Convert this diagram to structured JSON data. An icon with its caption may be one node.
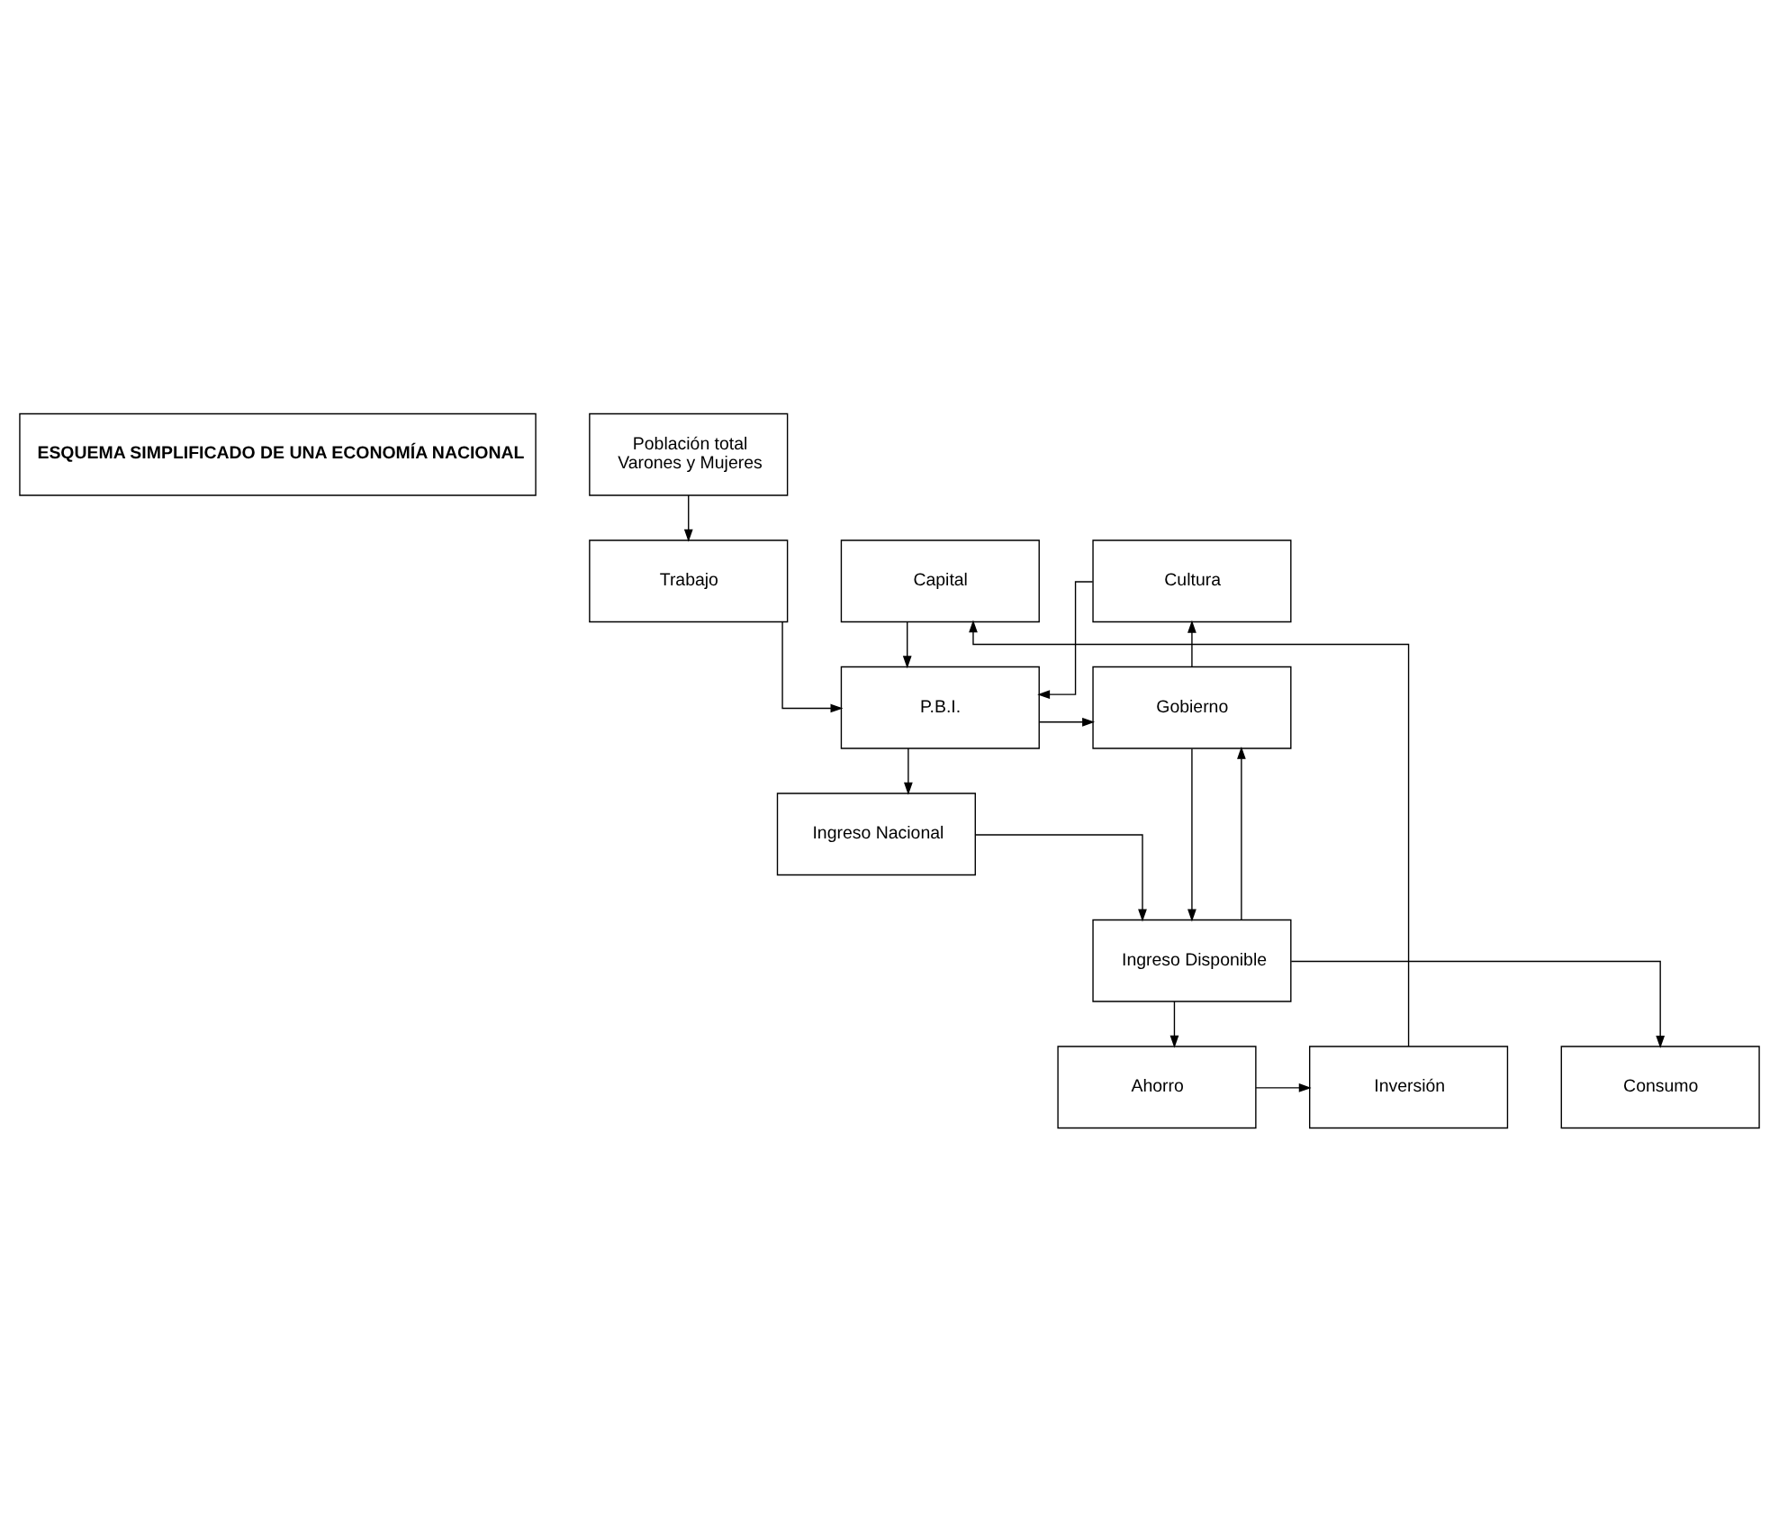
{
  "diagram": {
    "nodes": [
      {
        "text": [
          "ESQUEMA SIMPLIFICADO DE UNA ECONOMÍA NACIONAL"
        ]
      },
      {
        "text": [
          "Población total",
          "Varones y Mujeres"
        ]
      },
      {
        "text": [
          "Capital"
        ]
      },
      {
        "text": [
          "Cultura"
        ]
      },
      {
        "text": [
          "Trabajo"
        ]
      },
      {
        "text": [
          "P.B.I."
        ]
      },
      {
        "text": [
          "Gobierno"
        ]
      },
      {
        "text": [
          "Ingreso Nacional"
        ]
      },
      {
        "text": [
          "Ingreso Disponible"
        ]
      },
      {
        "text": [
          "Inversión"
        ]
      },
      {
        "text": [
          "Ahorro"
        ]
      },
      {
        "text": [
          "Consumo"
        ]
      }
    ],
    "edges": [
      {
        "from": 1,
        "to": 4,
        "arrow": "to"
      },
      {
        "from": 2,
        "to": 5,
        "arrow": "to"
      },
      {
        "from": 3,
        "to": 5,
        "arrow": "to"
      },
      {
        "from": 4,
        "to": 5,
        "arrow": "to"
      },
      {
        "from": 6,
        "to": 3,
        "arrow": "to"
      },
      {
        "from": 5,
        "to": 6,
        "arrow": "to"
      },
      {
        "from": 5,
        "to": 7,
        "arrow": "to"
      },
      {
        "from": 6,
        "to": 8,
        "arrow": "to"
      },
      {
        "from": 8,
        "to": 6,
        "arrow": "to"
      },
      {
        "from": 7,
        "to": 8,
        "arrow": "to"
      },
      {
        "from": 8,
        "to": 10,
        "arrow": "to"
      },
      {
        "from": 8,
        "to": 11,
        "arrow": "to"
      },
      {
        "from": 10,
        "to": 9,
        "arrow": "to"
      },
      {
        "from": 9,
        "to": 2,
        "arrow": "to"
      }
    ]
  }
}
